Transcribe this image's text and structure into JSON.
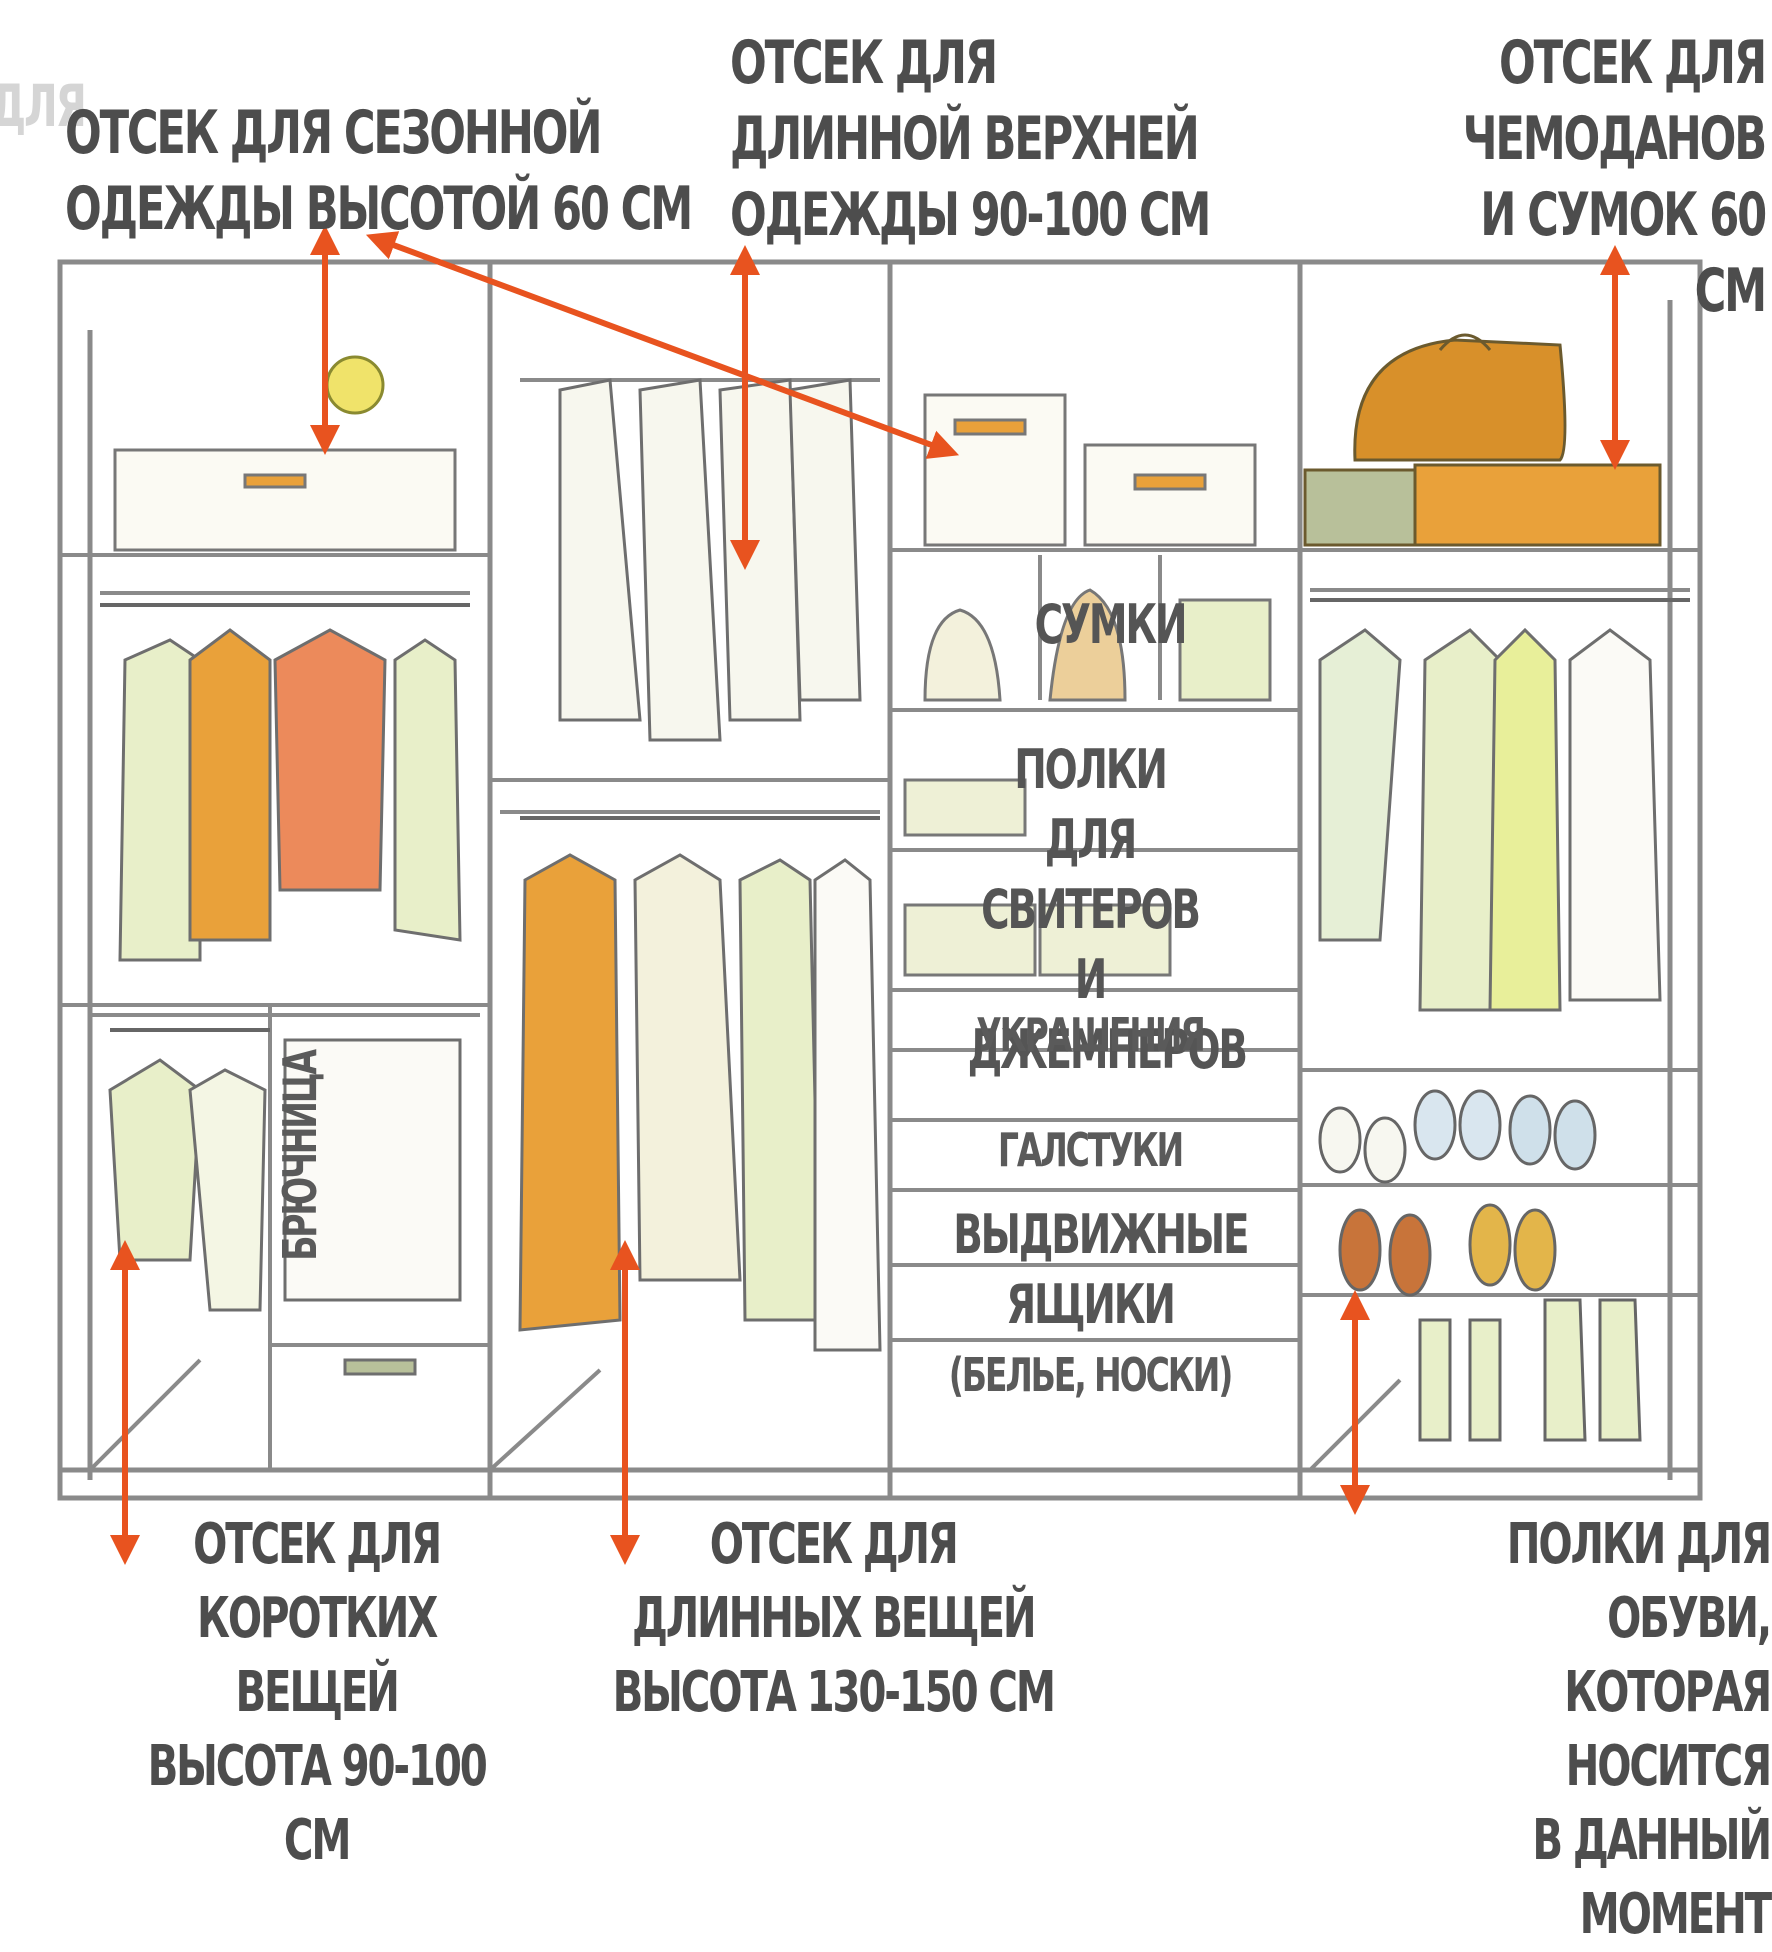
{
  "colors": {
    "frame": "#8a8a8a",
    "arrow": "#e8531f",
    "label": "#4d4d4d",
    "orange": "#e9a13a",
    "amber": "#d8902a",
    "green": "#e8efc9",
    "cream": "#f3f1dc",
    "coral": "#ec8a5b"
  },
  "labels": {
    "seasonal": "ОТСЕК ДЛЯ СЕЗОННОЙ\nОДЕЖДЫ ВЫСОТОЙ 60 СМ",
    "outerwear": "ОТСЕК ДЛЯ\nДЛИННОЙ ВЕРХНЕЙ\nОДЕЖДЫ 90-100 СМ",
    "suitcases": "ОТСЕК ДЛЯ\nЧЕМОДАНОВ\nИ СУМОК 60 СМ",
    "short_items": "ОТСЕК ДЛЯ\nКОРОТКИХ ВЕЩЕЙ\nВЫСОТА 90-100 СМ",
    "long_items": "ОТСЕК ДЛЯ\nДЛИННЫХ ВЕЩЕЙ\nВЫСОТА 130-150 СМ",
    "shoes": "ПОЛКИ ДЛЯ ОБУВИ,\nКОТОРАЯ  НОСИТСЯ\nВ ДАННЫЙ МОМЕНТ"
  },
  "inner_labels": {
    "bags": "СУМКИ",
    "sweaters": "ПОЛКИ ДЛЯ\nСВИТЕРОВ И\nДЖЕМПЕРОВ",
    "jewelry": "УКРАШЕНИЯ",
    "ties": "ГАЛСТУКИ",
    "drawers": "ВЫДВИЖНЫЕ\nЯЩИКИ",
    "underwear": "(БЕЛЬЕ, НОСКИ)",
    "trousers": "БРЮЧНИЦА"
  }
}
